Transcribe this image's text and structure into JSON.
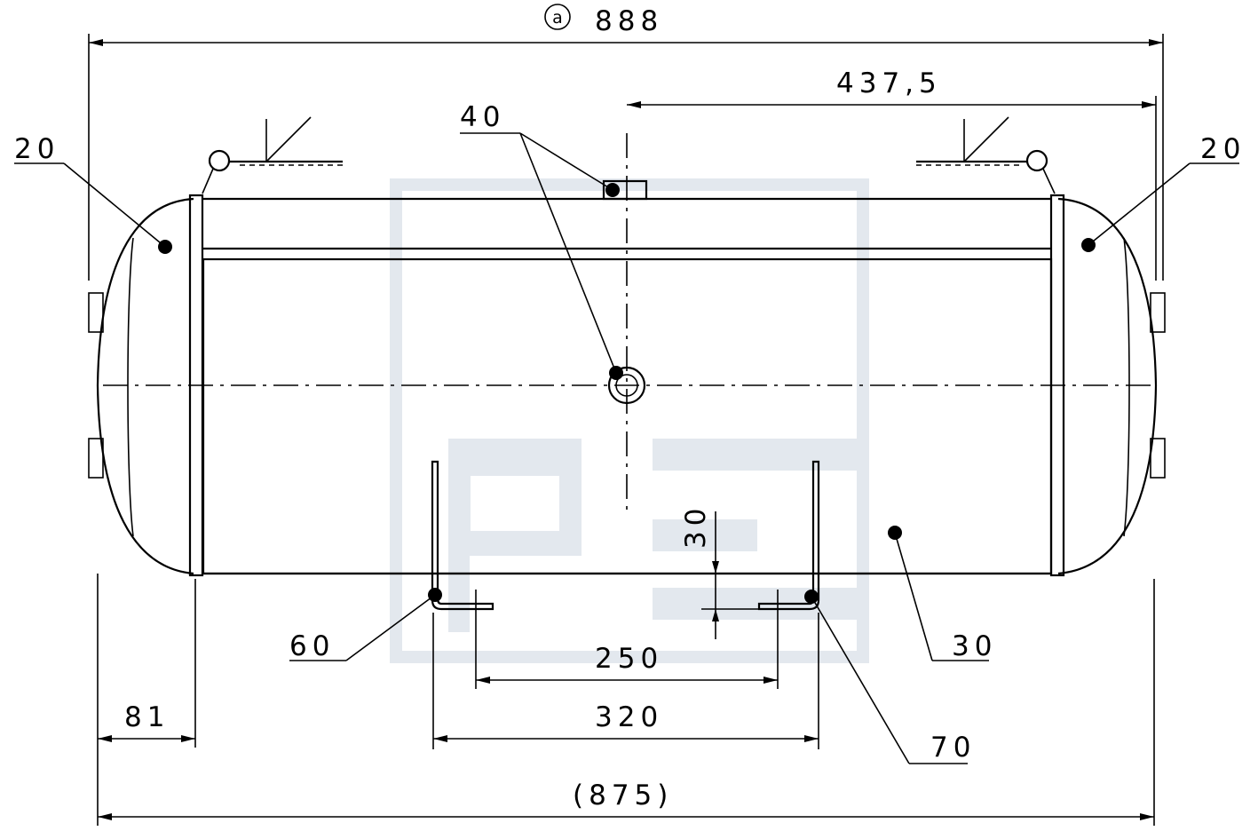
{
  "drawing": {
    "circled_mark": "a",
    "dimensions": {
      "overall_length": "888",
      "half_length": "437,5",
      "head_depth": "81",
      "inner_bracket_spacing": "250",
      "bracket_spacing": "320",
      "body_length": "(875)",
      "bracket_offset": "30"
    },
    "callouts": {
      "head_left": "20",
      "head_right": "20",
      "port_top": "40",
      "shell": "30",
      "bracket_left": "60",
      "bracket_right": "70"
    }
  }
}
